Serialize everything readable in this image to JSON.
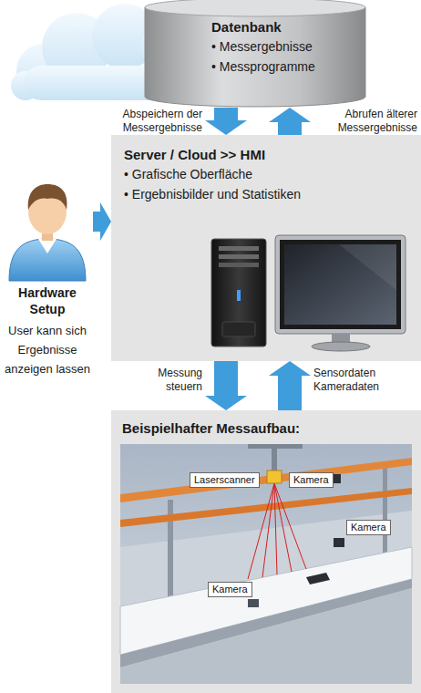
{
  "diagram": {
    "nodes": [
      {
        "text": [
          "Datenbank",
          "• Messergebnisse",
          "• Messprogramme"
        ]
      },
      {
        "text": [
          "Server / Cloud >> HMI",
          "• Grafische Oberfläche",
          "• Ergebnisbilder und Statistiken"
        ]
      },
      {
        "text": [
          "Hardware Setup",
          "User kann sich Ergebnisse anzeigen lassen"
        ]
      },
      {
        "text": [
          "Beispielhafter Messaufbau:"
        ]
      },
      {
        "text": [
          "Laserscanner"
        ],
        "in": 3
      },
      {
        "text": [
          "Kamera"
        ],
        "in": 3
      },
      {
        "text": [
          "Kamera"
        ],
        "in": 3
      },
      {
        "text": [
          "Kamera"
        ],
        "in": 3
      }
    ],
    "edges": [
      {
        "from": 0,
        "to": 1,
        "label": "Abspeichern der Messergebnisse",
        "arrow": "to"
      },
      {
        "from": 1,
        "to": 0,
        "label": "Abrufen älterer Messergebnisse",
        "arrow": "to"
      },
      {
        "from": 2,
        "to": 1,
        "arrow": "to"
      },
      {
        "from": 1,
        "to": 3,
        "label": "Messung steuern",
        "arrow": "to"
      },
      {
        "from": 3,
        "to": 1,
        "label": "Sensordaten Kameradaten",
        "arrow": "to"
      }
    ]
  }
}
